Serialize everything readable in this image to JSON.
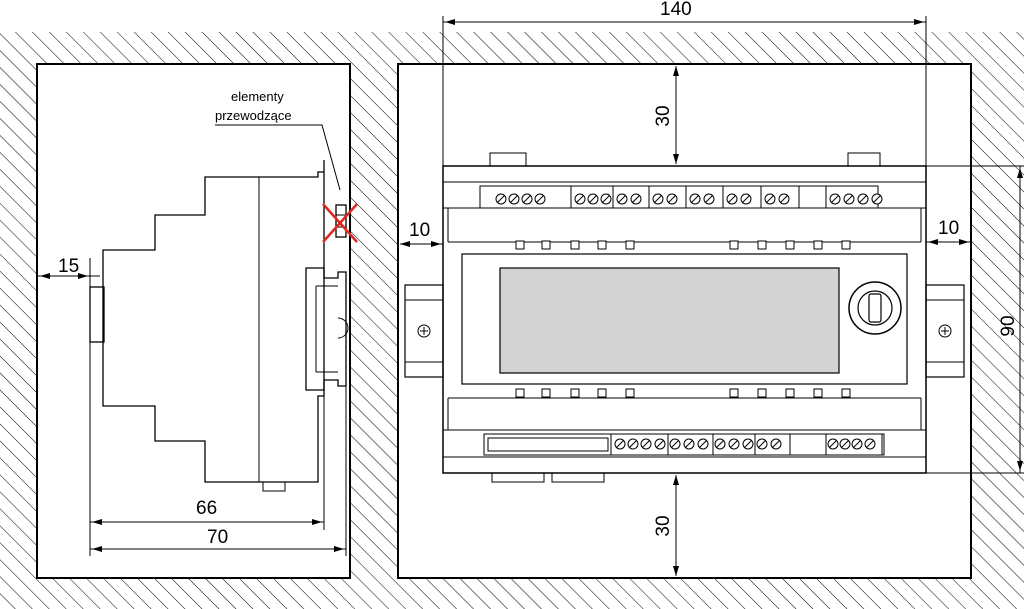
{
  "dimensions": {
    "side_clearance": "15",
    "depth_body": "66",
    "depth_total": "70",
    "width": "140",
    "top_clearance": "30",
    "bottom_clearance": "30",
    "left_clearance": "10",
    "right_clearance": "10",
    "height": "90"
  },
  "note": {
    "line1": "elementy",
    "line2": "przewodzące"
  },
  "colors": {
    "line": "#000000",
    "display": "#d3d3d3",
    "cross": "#e2261f",
    "background": "#ffffff"
  }
}
